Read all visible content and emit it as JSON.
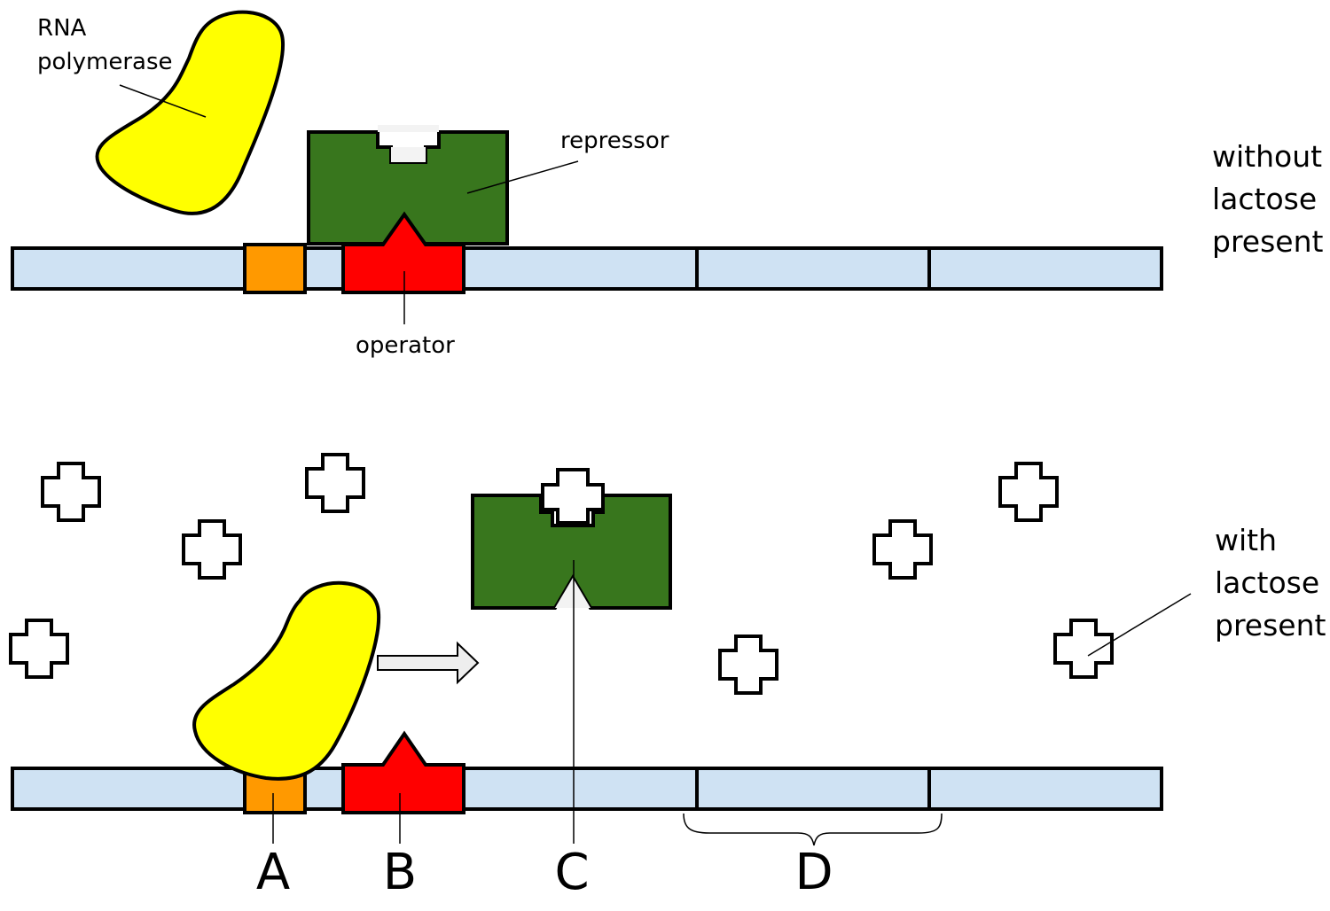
{
  "labels": {
    "rna_polymerase_line1": "RNA",
    "rna_polymerase_line2": "polymerase",
    "repressor": "repressor",
    "operator": "operator",
    "without_line1": "without",
    "without_line2": "lactose",
    "without_line3": "present",
    "with_line1": "with",
    "with_line2": "lactose",
    "with_line3": "present"
  },
  "letters": {
    "a": "A",
    "b": "B",
    "c": "C",
    "d": "D"
  },
  "colors": {
    "dna": "#cfe2f3",
    "promoter": "#ff9900",
    "operator": "#ff0000",
    "repressor": "#38761d",
    "rna_polymerase": "#ffff00",
    "lactose": "#ffffff",
    "arrow": "#eeeeee"
  }
}
